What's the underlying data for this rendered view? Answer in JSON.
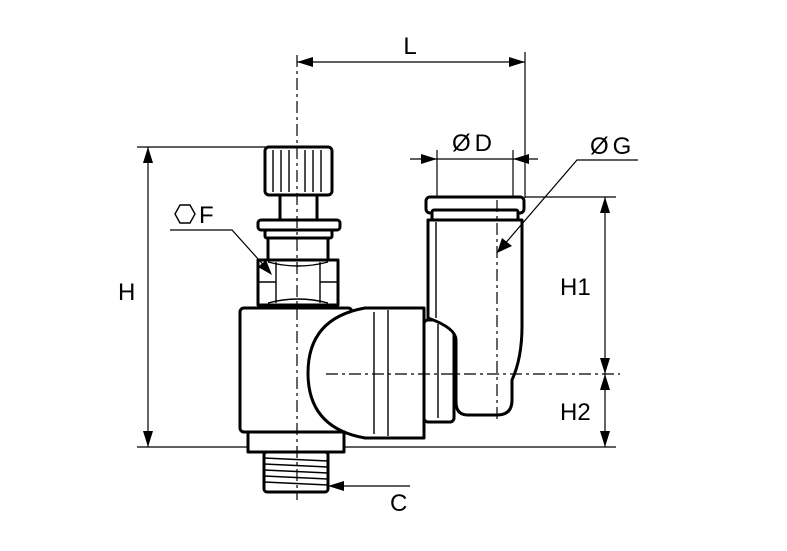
{
  "labels": {
    "L": "L",
    "D": "D",
    "G": "G",
    "F": "F",
    "H": "H",
    "H1": "H1",
    "H2": "H2",
    "C": "C"
  },
  "symbols": {
    "diameter": "Ø",
    "hexagon": "hexagon-icon"
  }
}
